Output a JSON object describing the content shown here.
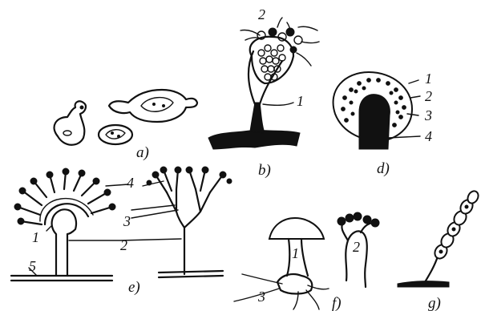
{
  "panels": {
    "a": {
      "label": "a)"
    },
    "b": {
      "label": "b)",
      "callouts": [
        "2",
        "1"
      ]
    },
    "d": {
      "label": "d)",
      "callouts": [
        "1",
        "2",
        "3",
        "4"
      ]
    },
    "e": {
      "label": "e)",
      "callouts": [
        "4",
        "3",
        "2",
        "1",
        "5"
      ]
    },
    "f": {
      "label": "f)",
      "callouts": [
        "1",
        "2",
        "3"
      ]
    },
    "g": {
      "label": "g)"
    }
  }
}
